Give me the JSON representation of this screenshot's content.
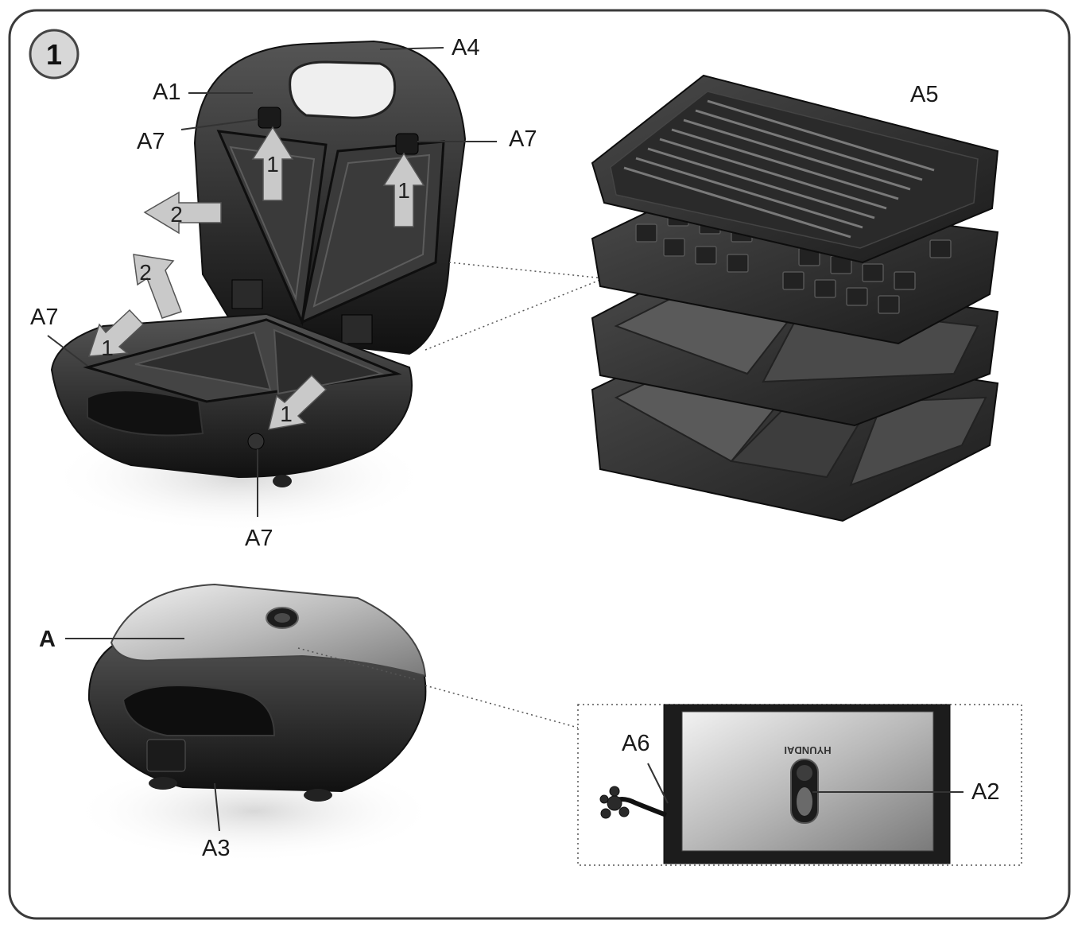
{
  "figure": {
    "step_badge": "1",
    "colors": {
      "frame": "#3a3a3a",
      "appliance_dark": "#222222",
      "steel": "#bdbdbd",
      "arrow_fill": "#c9c9c9",
      "leader": "#333333"
    }
  },
  "labels": {
    "a1": "A1",
    "a4": "A4",
    "a5": "A5",
    "a7_top_left": "A7",
    "a7_top_right": "A7",
    "a7_left": "A7",
    "a7_bottom": "A7",
    "a": "A",
    "a3": "A3",
    "a6": "A6",
    "a2": "A2"
  },
  "arrows": {
    "top_left_up": "1",
    "top_right_up": "1",
    "left_out": "2",
    "lower_up": "2",
    "lower_left_in": "1",
    "lower_right_in": "1"
  },
  "device_brand": "HYUNDAI"
}
